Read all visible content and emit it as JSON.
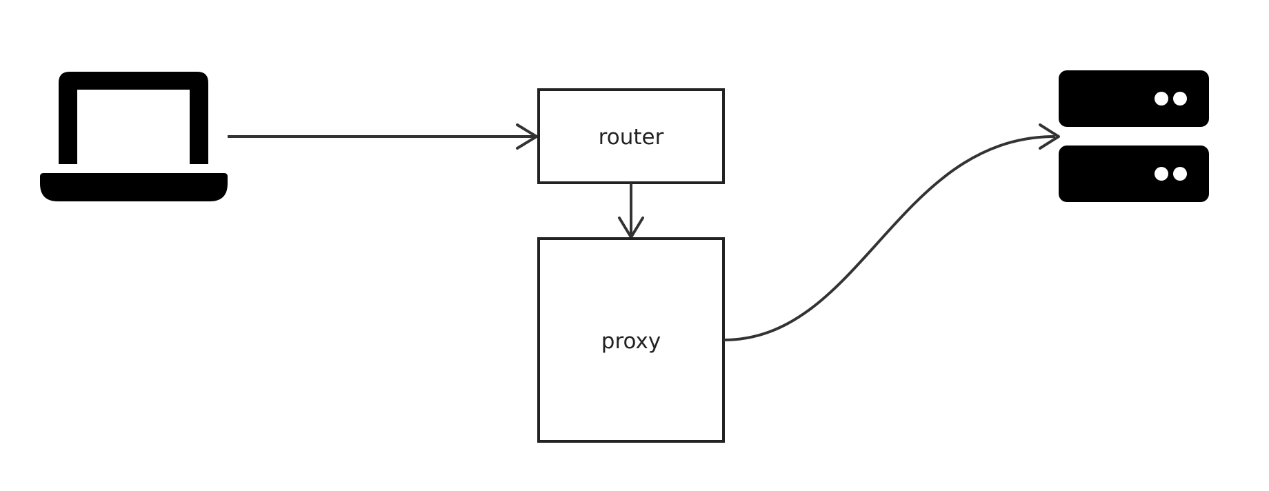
{
  "nodes": {
    "client": {
      "icon": "laptop-icon"
    },
    "router": {
      "label": "router"
    },
    "proxy": {
      "label": "proxy"
    },
    "servers": {
      "icon": "server-stack-icon"
    }
  },
  "edges": [
    {
      "from": "client",
      "to": "router",
      "style": "straight"
    },
    {
      "from": "router",
      "to": "proxy",
      "style": "straight"
    },
    {
      "from": "proxy",
      "to": "servers",
      "style": "curved"
    }
  ],
  "colors": {
    "icon_fill": "#000000",
    "box_stroke": "#222222",
    "edge_stroke": "#333333",
    "background": "#ffffff"
  }
}
